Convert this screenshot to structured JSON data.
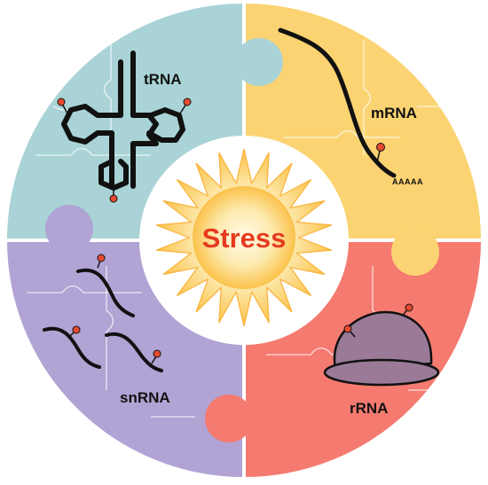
{
  "center": {
    "label": "Stress",
    "label_color": "#e63a1e"
  },
  "quadrants": {
    "trna": {
      "label": "tRNA",
      "color": "#a9d3d6"
    },
    "mrna": {
      "label": "mRNA",
      "tail": "AAAAA",
      "color": "#fbd372"
    },
    "rrna": {
      "label": "rRNA",
      "color": "#f57a70"
    },
    "snrna": {
      "label": "snRNA",
      "color": "#b1a3d4"
    }
  },
  "colors": {
    "ribosome": "#9a7a97",
    "modification": "#e64a2e",
    "outline": "#ffffff",
    "strand": "#111111",
    "sun_core": "#fbbf3c",
    "sun_glow": "#fde5a6"
  },
  "icons": {
    "trna": "cloverleaf-trna-icon",
    "mrna": "polyadenylated-strand-icon",
    "rrna": "ribosome-icon",
    "snrna": "strand-pair-icon",
    "center": "sun-burst-icon",
    "modification": "lollipop-marker-icon"
  }
}
